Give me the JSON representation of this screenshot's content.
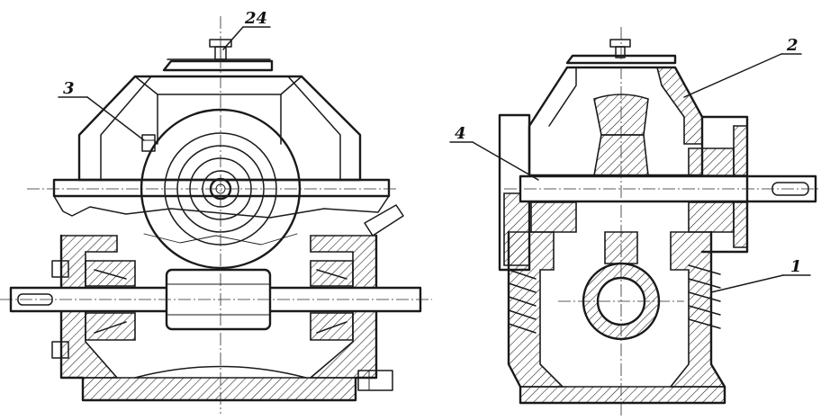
{
  "callouts": [
    {
      "id": "part-24",
      "label": "24"
    },
    {
      "id": "part-3",
      "label": "3"
    },
    {
      "id": "part-4",
      "label": "4"
    },
    {
      "id": "part-2",
      "label": "2"
    },
    {
      "id": "part-1",
      "label": "1"
    }
  ],
  "colors": {
    "ink": "#1a1a1a",
    "paper": "#ffffff"
  }
}
